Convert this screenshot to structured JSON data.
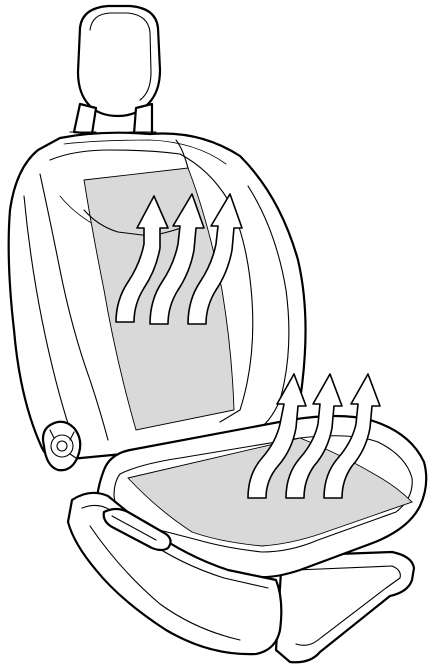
{
  "diagram": {
    "subject": "heated-seat",
    "colors": {
      "outline": "#000000",
      "background": "#ffffff",
      "heating_pad": "#d9d9d9",
      "arrow_fill": "#ffffff"
    },
    "heating_zones": [
      {
        "zone": "backrest",
        "arrow_count": 3
      },
      {
        "zone": "cushion",
        "arrow_count": 3
      }
    ]
  }
}
